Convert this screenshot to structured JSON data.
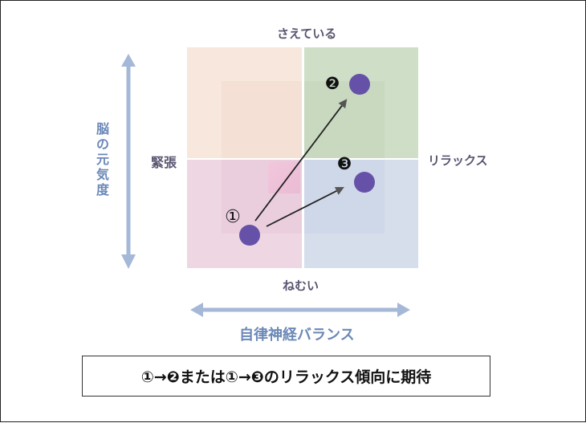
{
  "axes": {
    "top": "さえている",
    "bottom": "ねむい",
    "left": "緊張",
    "right": "リラックス",
    "vertical_title": "脳の元気度",
    "horizontal_title": "自律神経バランス"
  },
  "markers": {
    "m1": "①",
    "m2": "❷",
    "m3": "❸"
  },
  "caption": "①→❷または①→❸のリラックス傾向に期待",
  "colors": {
    "quad_top_left": "#f8e7dc",
    "quad_top_right": "#cfdfc7",
    "quad_bottom_left": "#eed6e3",
    "quad_bottom_right": "#d6deeb",
    "dot": "#6651a8",
    "axis_arrow": "#a6b8d8",
    "arrow": "#222222"
  }
}
